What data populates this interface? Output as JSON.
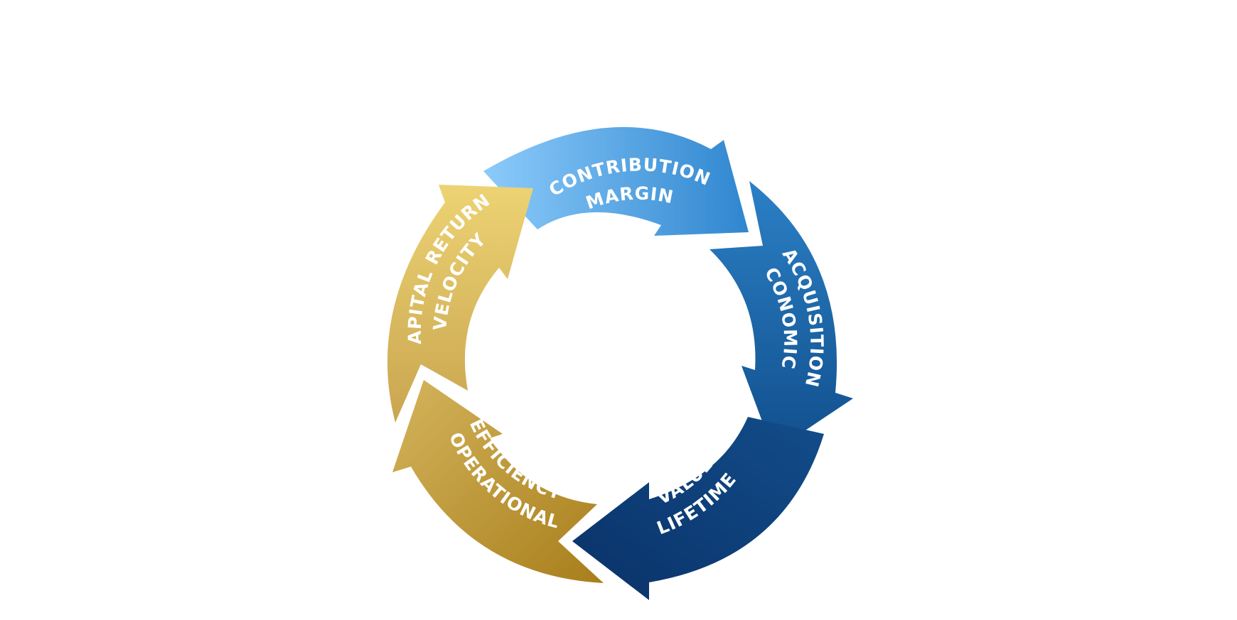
{
  "diagram": {
    "segments": [
      {
        "id": "contribution-margin",
        "label_lines": [
          "CONTRIBUTION",
          "MARGIN"
        ],
        "color_start": "#8ccbfb",
        "color_end": "#2f86cf"
      },
      {
        "id": "acquisition-economics",
        "label_lines": [
          "ACQUISITION",
          "ECONOMICS"
        ],
        "color_start": "#2b80c5",
        "color_end": "#114f8d"
      },
      {
        "id": "lifetime-value",
        "label_lines": [
          "LIFETIME",
          "VALUE"
        ],
        "color_start": "#124d8a",
        "color_end": "#0a3168"
      },
      {
        "id": "operational-efficiency",
        "label_lines": [
          "OPERATIONAL",
          "EFFICIENCY"
        ],
        "color_start": "#d4b45c",
        "color_end": "#a87e1b"
      },
      {
        "id": "capital-return-velocity",
        "label_lines": [
          "CAPITAL RETURN",
          "VELOCITY"
        ],
        "color_start": "#edd374",
        "color_end": "#c9a54f"
      }
    ]
  }
}
